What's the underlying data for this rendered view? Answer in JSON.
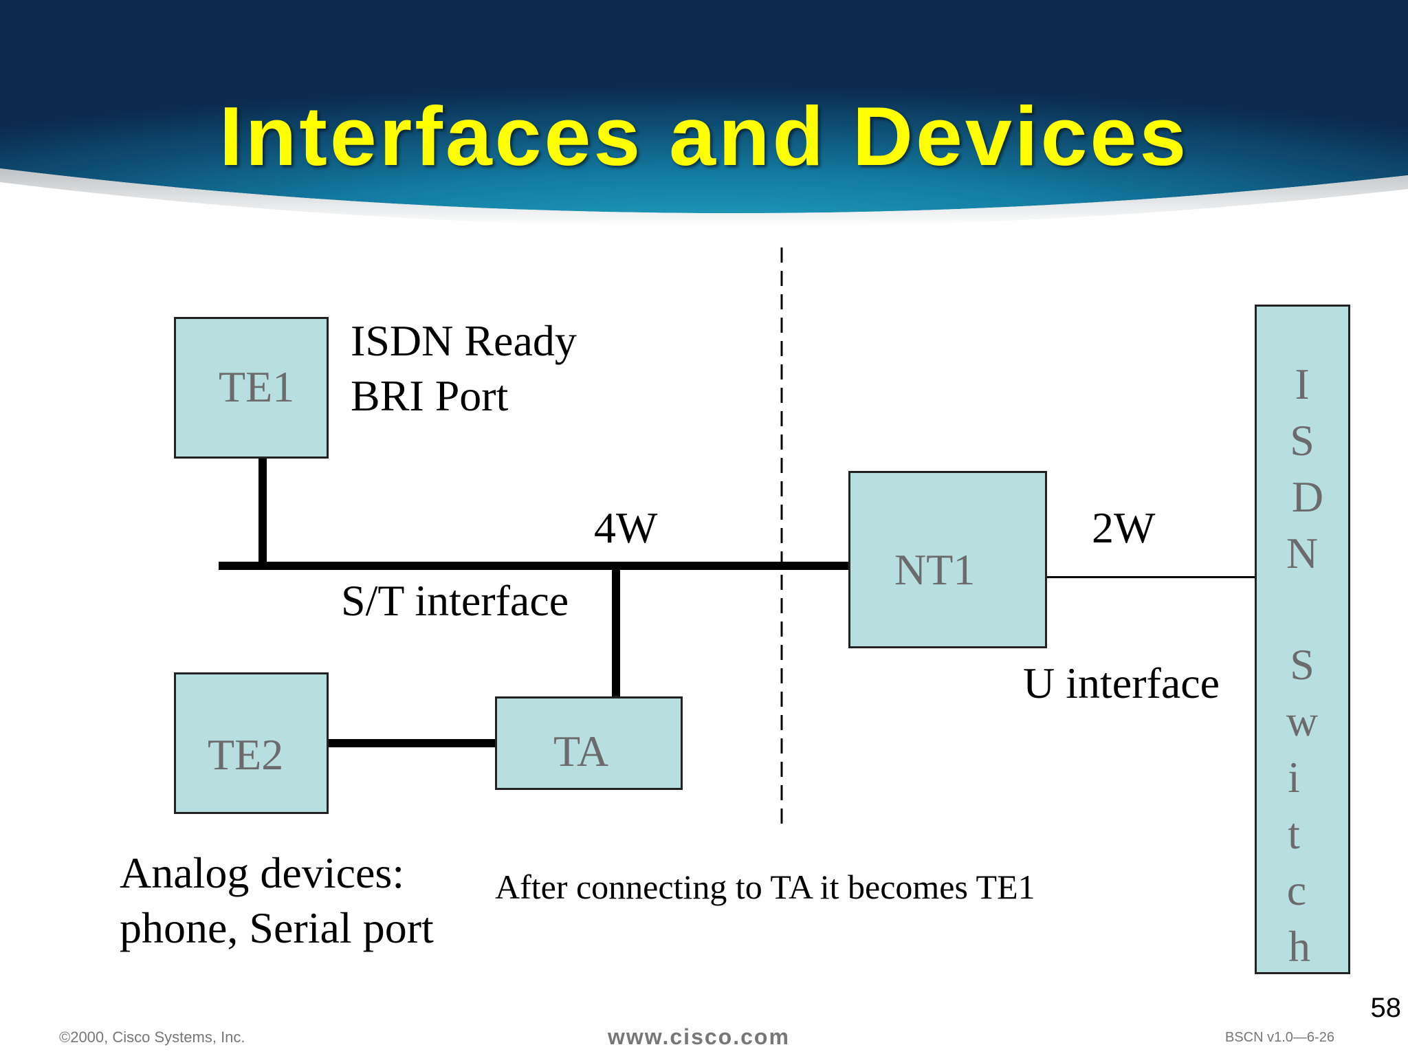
{
  "slide": {
    "title": "Interfaces and Devices",
    "page_number": "58"
  },
  "devices": {
    "te1": "TE1",
    "te2": "TE2",
    "ta": "TA",
    "nt1": "NT1"
  },
  "labels": {
    "isdn_ready": "ISDN Ready",
    "bri_port": "BRI Port",
    "four_wire": "4W",
    "two_wire": "2W",
    "st_interface": "S/T interface",
    "u_interface": "U interface",
    "analog_line1": "Analog devices:",
    "analog_line2": "phone, Serial port",
    "after_connecting": "After connecting to TA it becomes TE1"
  },
  "isdn_switch": {
    "letters": [
      "I",
      "S",
      "D",
      "N",
      "S",
      "w",
      "i",
      "t",
      "c",
      "h"
    ]
  },
  "footer": {
    "copyright": "©2000, Cisco Systems, Inc.",
    "website": "www.cisco.com",
    "course": "BSCN v1.0—6-26"
  },
  "colors": {
    "title": "#ffff00",
    "box_fill": "#b8dfe0",
    "banner_light": "#1a8fb0",
    "banner_dark": "#0c2d52"
  }
}
